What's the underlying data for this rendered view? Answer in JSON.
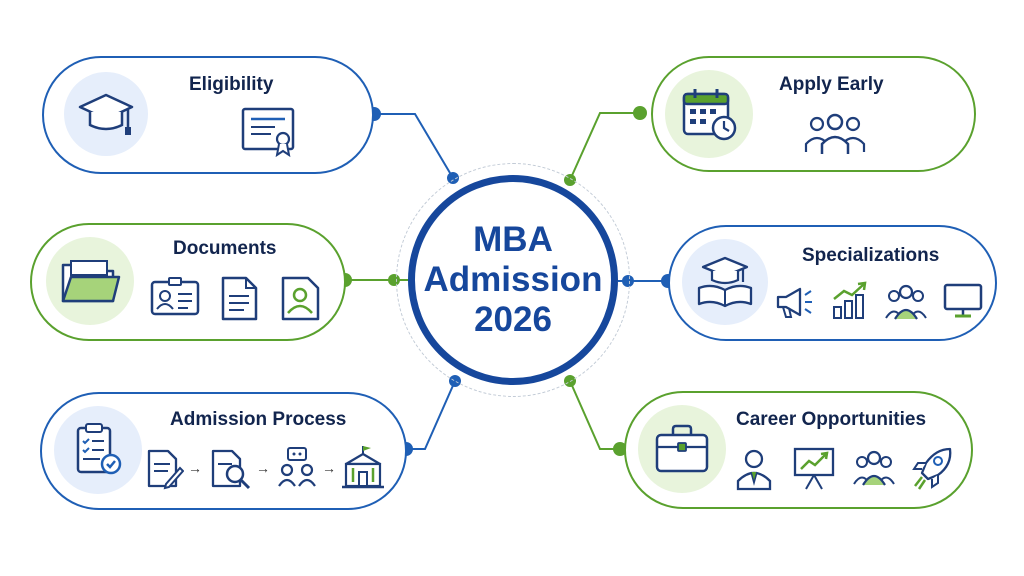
{
  "center": {
    "lines": [
      "MBA",
      "Admission",
      "2026"
    ],
    "color": "#16479c"
  },
  "colors": {
    "blue": "#1f5fb5",
    "green": "#5aa12e",
    "navy": "#12254e"
  },
  "cards": {
    "eligibility": {
      "title": "Eligibility",
      "icons": [
        "graduation-cap-icon",
        "certificate-icon"
      ]
    },
    "documents": {
      "title": "Documents",
      "icons": [
        "folder-icon",
        "id-card-icon",
        "document-icon",
        "photo-icon"
      ]
    },
    "admission_process": {
      "title": "Admission Process",
      "icons": [
        "checklist-icon",
        "application-form-icon",
        "document-review-icon",
        "interview-icon",
        "campus-icon"
      ],
      "arrows": [
        "→",
        "→",
        "→"
      ]
    },
    "apply_early": {
      "title": "Apply Early",
      "icons": [
        "calendar-clock-icon",
        "people-group-icon"
      ]
    },
    "specializations": {
      "title": "Specializations",
      "icons": [
        "cap-book-icon",
        "megaphone-icon",
        "bar-chart-icon",
        "team-icon",
        "monitor-icon"
      ]
    },
    "career_opportunities": {
      "title": "Career Opportunities",
      "icons": [
        "briefcase-icon",
        "professional-icon",
        "presentation-icon",
        "team-icon",
        "rocket-icon"
      ]
    }
  }
}
